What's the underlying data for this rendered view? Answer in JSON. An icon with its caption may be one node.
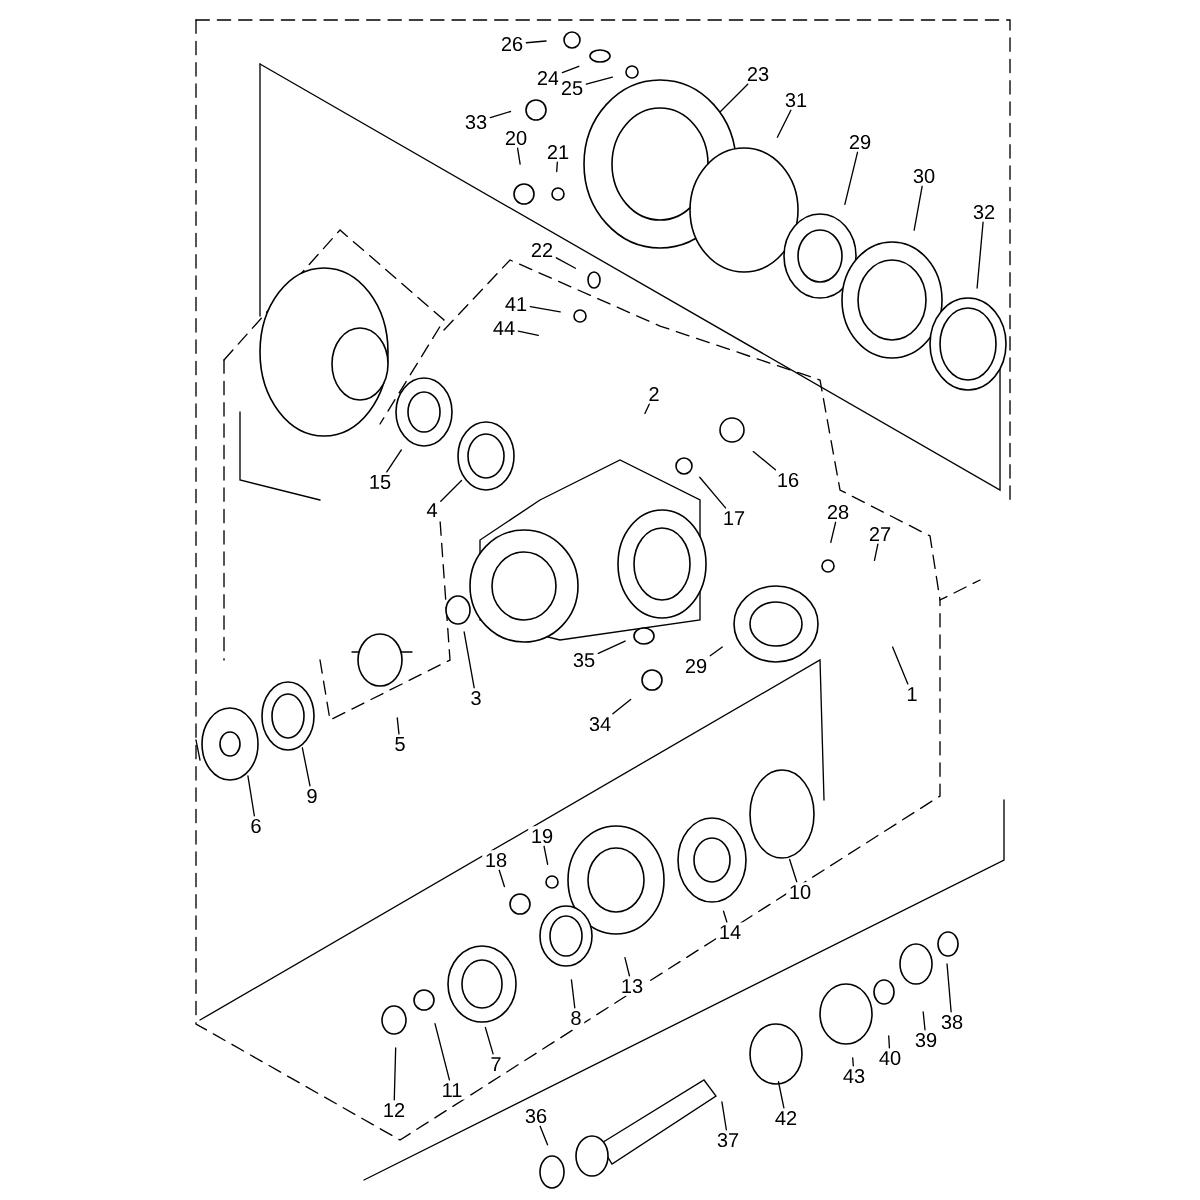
{
  "diagram": {
    "nodes": [
      {
        "text": [
          "26"
        ]
      },
      {
        "text": [
          "24"
        ]
      },
      {
        "text": [
          "25"
        ]
      },
      {
        "text": [
          "23"
        ]
      },
      {
        "text": [
          "31"
        ]
      },
      {
        "text": [
          "33"
        ]
      },
      {
        "text": [
          "20"
        ]
      },
      {
        "text": [
          "21"
        ]
      },
      {
        "text": [
          "29"
        ]
      },
      {
        "text": [
          "30"
        ]
      },
      {
        "text": [
          "32"
        ]
      },
      {
        "text": [
          "22"
        ]
      },
      {
        "text": [
          "41"
        ]
      },
      {
        "text": [
          "44"
        ]
      },
      {
        "text": [
          "2"
        ]
      },
      {
        "text": [
          "15"
        ]
      },
      {
        "text": [
          "4"
        ]
      },
      {
        "text": [
          "16"
        ]
      },
      {
        "text": [
          "17"
        ]
      },
      {
        "text": [
          "28"
        ]
      },
      {
        "text": [
          "27"
        ]
      },
      {
        "text": [
          "35"
        ]
      },
      {
        "text": [
          "29"
        ]
      },
      {
        "text": [
          "3"
        ]
      },
      {
        "text": [
          "1"
        ]
      },
      {
        "text": [
          "34"
        ]
      },
      {
        "text": [
          "5"
        ]
      },
      {
        "text": [
          "9"
        ]
      },
      {
        "text": [
          "6"
        ]
      },
      {
        "text": [
          "19"
        ]
      },
      {
        "text": [
          "18"
        ]
      },
      {
        "text": [
          "10"
        ]
      },
      {
        "text": [
          "14"
        ]
      },
      {
        "text": [
          "13"
        ]
      },
      {
        "text": [
          "8"
        ]
      },
      {
        "text": [
          "7"
        ]
      },
      {
        "text": [
          "11"
        ]
      },
      {
        "text": [
          "12"
        ]
      },
      {
        "text": [
          "38"
        ]
      },
      {
        "text": [
          "39"
        ]
      },
      {
        "text": [
          "40"
        ]
      },
      {
        "text": [
          "43"
        ]
      },
      {
        "text": [
          "42"
        ]
      },
      {
        "text": [
          "36"
        ]
      },
      {
        "text": [
          "37"
        ]
      }
    ],
    "edges": [
      {
        "from": 0,
        "to": null,
        "arrow": "none"
      },
      {
        "from": 1,
        "to": null,
        "arrow": "none"
      },
      {
        "from": 2,
        "to": null,
        "arrow": "none"
      },
      {
        "from": 3,
        "to": null,
        "arrow": "none"
      },
      {
        "from": 4,
        "to": null,
        "arrow": "none"
      },
      {
        "from": 5,
        "to": null,
        "arrow": "none"
      },
      {
        "from": 6,
        "to": null,
        "arrow": "none"
      },
      {
        "from": 7,
        "to": null,
        "arrow": "none"
      },
      {
        "from": 8,
        "to": null,
        "arrow": "none"
      },
      {
        "from": 9,
        "to": null,
        "arrow": "none"
      },
      {
        "from": 10,
        "to": null,
        "arrow": "none"
      },
      {
        "from": 11,
        "to": null,
        "arrow": "none"
      },
      {
        "from": 12,
        "to": null,
        "arrow": "none"
      },
      {
        "from": 13,
        "to": null,
        "arrow": "none"
      },
      {
        "from": 14,
        "to": null,
        "arrow": "none"
      },
      {
        "from": 15,
        "to": null,
        "arrow": "none"
      },
      {
        "from": 16,
        "to": null,
        "arrow": "none"
      },
      {
        "from": 17,
        "to": null,
        "arrow": "none"
      },
      {
        "from": 18,
        "to": null,
        "arrow": "none"
      },
      {
        "from": 19,
        "to": null,
        "arrow": "none"
      },
      {
        "from": 20,
        "to": null,
        "arrow": "none"
      },
      {
        "from": 21,
        "to": null,
        "arrow": "none"
      },
      {
        "from": 22,
        "to": null,
        "arrow": "none"
      },
      {
        "from": 23,
        "to": null,
        "arrow": "none"
      },
      {
        "from": 24,
        "to": null,
        "arrow": "none"
      },
      {
        "from": 25,
        "to": null,
        "arrow": "none"
      },
      {
        "from": 26,
        "to": null,
        "arrow": "none"
      },
      {
        "from": 27,
        "to": null,
        "arrow": "none"
      },
      {
        "from": 28,
        "to": null,
        "arrow": "none"
      },
      {
        "from": 29,
        "to": null,
        "arrow": "none"
      },
      {
        "from": 30,
        "to": null,
        "arrow": "none"
      },
      {
        "from": 31,
        "to": null,
        "arrow": "none"
      },
      {
        "from": 32,
        "to": null,
        "arrow": "none"
      },
      {
        "from": 33,
        "to": null,
        "arrow": "none"
      },
      {
        "from": 34,
        "to": null,
        "arrow": "none"
      },
      {
        "from": 35,
        "to": null,
        "arrow": "none"
      },
      {
        "from": 36,
        "to": null,
        "arrow": "none"
      },
      {
        "from": 37,
        "to": null,
        "arrow": "none"
      },
      {
        "from": 38,
        "to": null,
        "arrow": "none"
      },
      {
        "from": 39,
        "to": null,
        "arrow": "none"
      },
      {
        "from": 40,
        "to": null,
        "arrow": "none"
      },
      {
        "from": 41,
        "to": null,
        "arrow": "none"
      },
      {
        "from": 42,
        "to": null,
        "arrow": "none"
      },
      {
        "from": 43,
        "to": null,
        "arrow": "none"
      },
      {
        "from": 44,
        "to": null,
        "arrow": "none"
      }
    ]
  }
}
